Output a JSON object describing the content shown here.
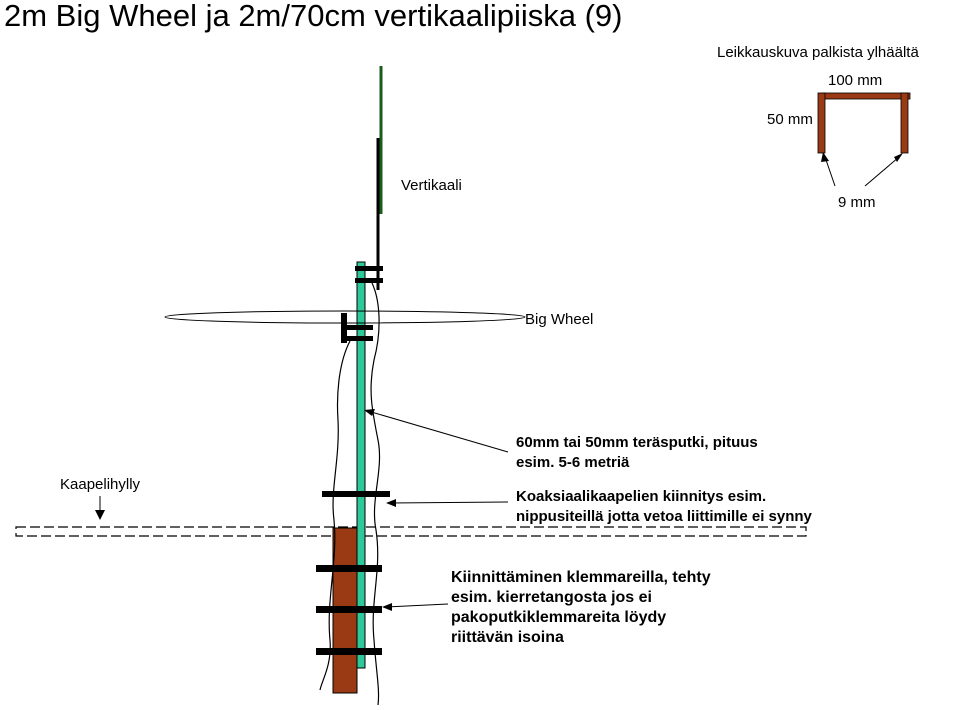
{
  "title": "2m Big Wheel ja 2m/70cm vertikaalipiiska (9)",
  "labels": {
    "cross_section": "Leikkauskuva palkista ylhäältä",
    "width_100": "100 mm",
    "height_50": "50 mm",
    "gap_9": "9 mm",
    "vertical": "Vertikaali",
    "big_wheel": "Big Wheel",
    "cable_tray": "Kaapelihylly",
    "steel_tube_line1": "60mm tai 50mm teräsputki, pituus",
    "steel_tube_line2": "esim. 5-6 metriä",
    "coax_line1": "Koaksiaalikaapelien kiinnitys esim.",
    "coax_line2": "nippusiteillä jotta vetoa liittimille ei synny",
    "clamp_line1": "Kiinnittäminen klemmareilla, tehty",
    "clamp_line2": "esim. kierretangosta jos ei",
    "clamp_line3": "pakoputkiklemmareita löydy",
    "clamp_line4": "riittävän isoina"
  },
  "colors": {
    "mast": "#2ec99a",
    "wood_post": "#9a3a14",
    "beam": "#9a3a14",
    "vertical_whip": "#1a5c1a",
    "clamp": "#000000"
  }
}
